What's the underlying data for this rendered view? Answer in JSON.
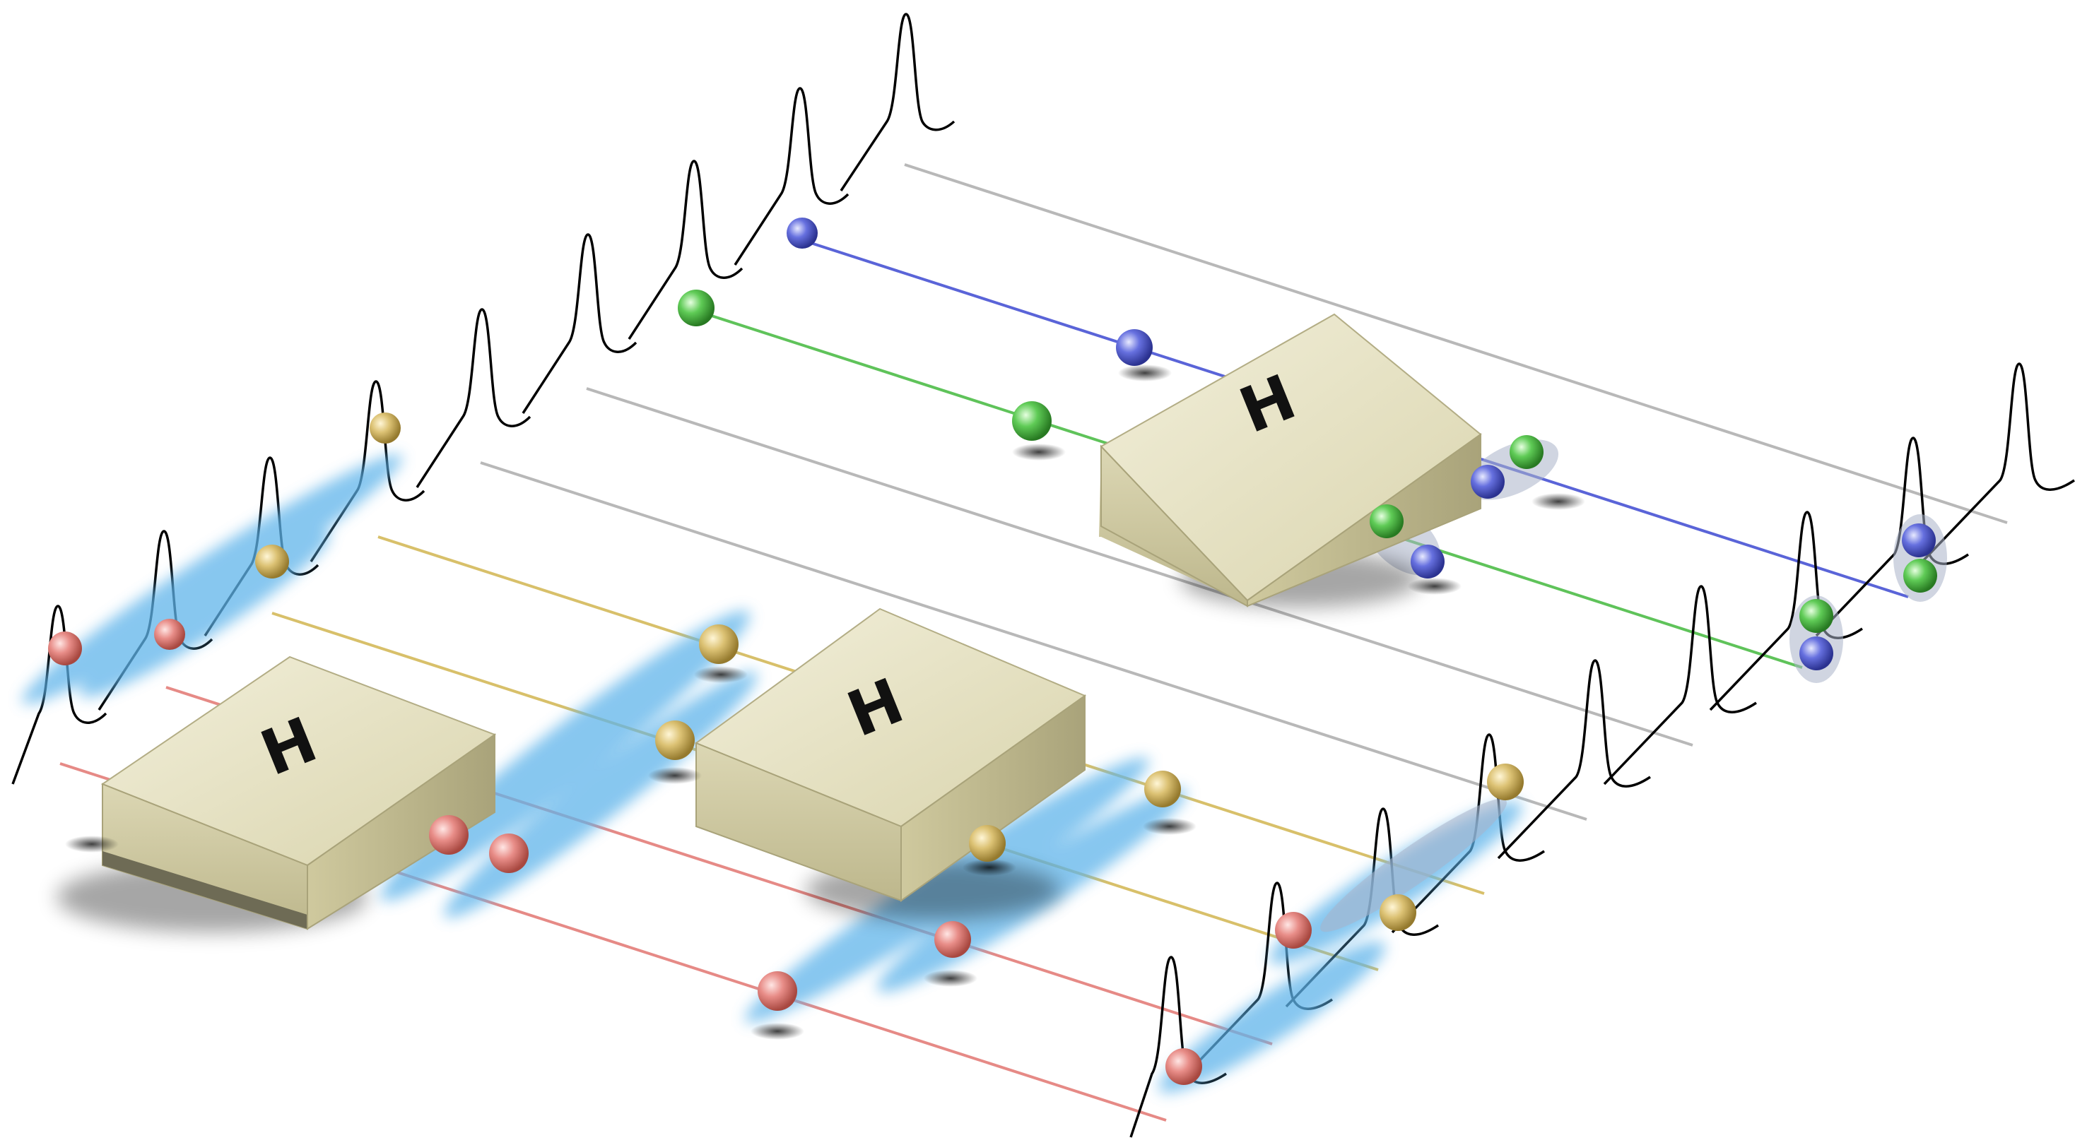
{
  "gates": [
    {
      "id": "gate-1",
      "label": "H"
    },
    {
      "id": "gate-2",
      "label": "H"
    },
    {
      "id": "gate-3",
      "label": "H"
    }
  ],
  "colors": {
    "red": "#e68a86",
    "yellow": "#d8c06a",
    "green": "#5fc35a",
    "blue": "#5a64d8",
    "gray": "#b5b5b5",
    "box_top": "#e6e2c6",
    "box_side": "#c9c49e",
    "cloud": "#5fb4ea"
  }
}
